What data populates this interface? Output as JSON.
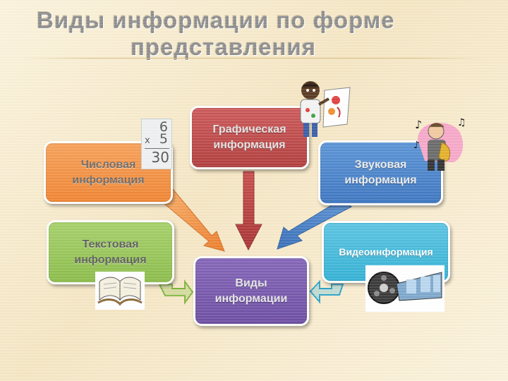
{
  "title": {
    "line1": "Виды информации по форме",
    "line2": "представления"
  },
  "boxes": {
    "graphic": "Графическая\nинформация",
    "numeric": "Числовая\nинформация",
    "sound": "Звуковая\nинформация",
    "text": "Текстовая\nинформация",
    "video": "Видеоинформация",
    "center": "Виды\nинформации"
  },
  "math_card": {
    "top": "6",
    "middle": "5",
    "operator": "x",
    "result": "30"
  },
  "colors": {
    "graphic": "#b94545",
    "numeric": "#f08f3e",
    "sound": "#4a80c8",
    "text": "#98c456",
    "video": "#3fb6d8",
    "center": "#7758ab"
  },
  "illustrations": [
    "painting-boy-icon",
    "singer-icon",
    "math-card-icon",
    "open-book-icon",
    "film-reel-icon"
  ]
}
